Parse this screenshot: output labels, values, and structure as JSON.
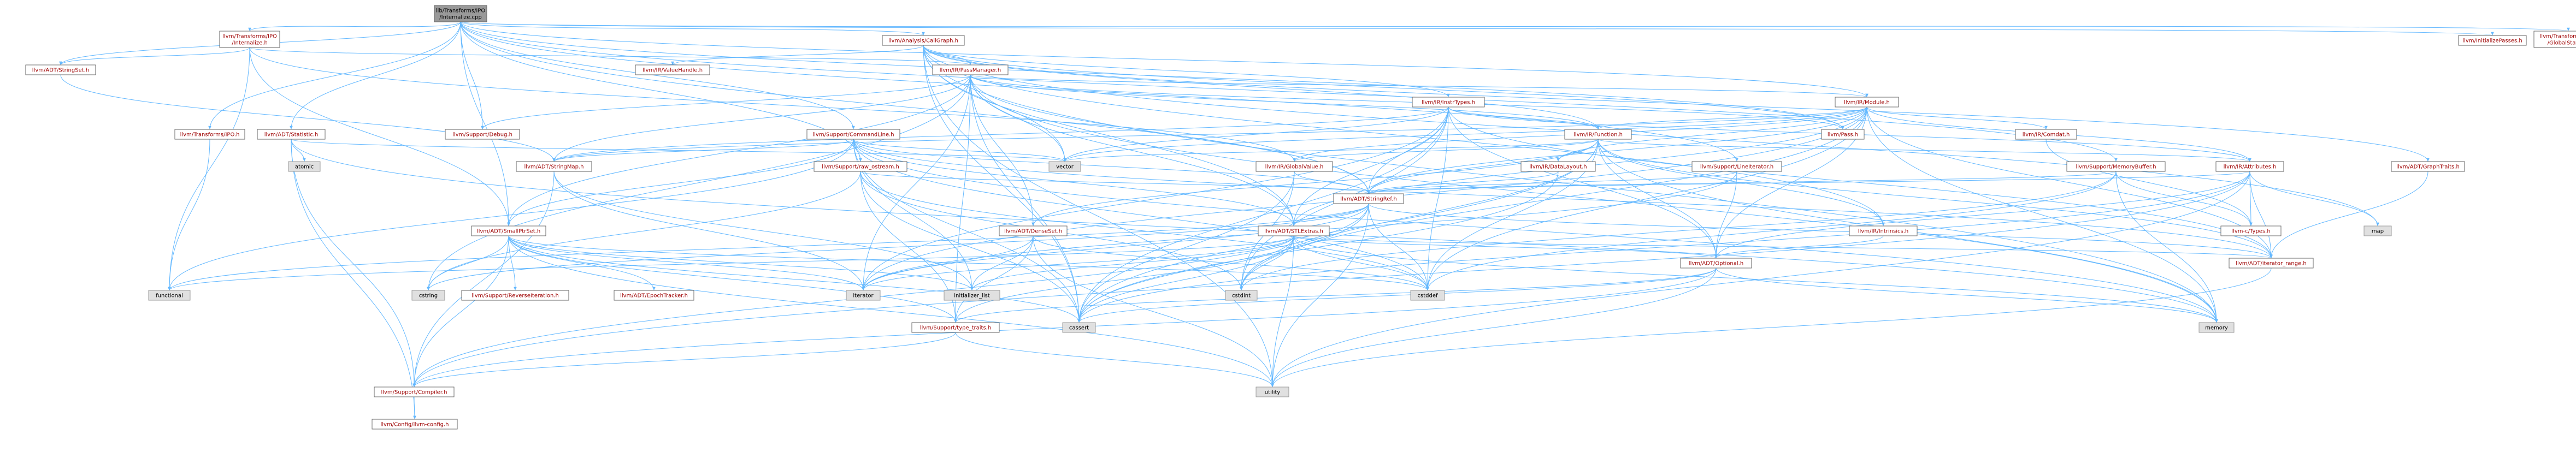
{
  "colors": {
    "root_fill": "#999999",
    "node_fill": "#ffffff",
    "node_border": "#666666",
    "linked_text": "#9e0303",
    "plain_text": "#000000",
    "system_fill": "#e0e0e0",
    "system_border": "#999999",
    "edge": "#63b8ff"
  },
  "nodes": {
    "root": [
      "lib/Transforms/IPO",
      "/Internalize.cpp"
    ],
    "transforms_ipo_internalize": [
      "llvm/Transforms/IPO",
      "/Internalize.h"
    ],
    "analysis_callgraph": [
      "llvm/Analysis/CallGraph.h"
    ],
    "initialize_passes": [
      "llvm/InitializePasses.h"
    ],
    "globalstatus": [
      "llvm/Transforms/Utils",
      "/GlobalStatus.h"
    ],
    "adt_stringset": [
      "llvm/ADT/StringSet.h"
    ],
    "transforms_ipo": [
      "llvm/Transforms/IPO.h"
    ],
    "adt_statistic": [
      "llvm/ADT/Statistic.h"
    ],
    "support_debug": [
      "llvm/Support/Debug.h"
    ],
    "ir_valuehandle": [
      "llvm/IR/ValueHandle.h"
    ],
    "ir_passmanager": [
      "llvm/IR/PassManager.h"
    ],
    "ir_module": [
      "llvm/IR/Module.h"
    ],
    "pass_h": [
      "llvm/Pass.h"
    ],
    "ir_instrtypes": [
      "llvm/IR/InstrTypes.h"
    ],
    "ir_function": [
      "llvm/IR/Function.h"
    ],
    "ir_comdat": [
      "llvm/IR/Comdat.h"
    ],
    "support_commandline": [
      "llvm/Support/CommandLine.h"
    ],
    "adt_stringmap": [
      "llvm/ADT/StringMap.h"
    ],
    "support_raw_ostream": [
      "llvm/Support/raw_ostream.h"
    ],
    "ir_globalvalue": [
      "llvm/IR/GlobalValue.h"
    ],
    "ir_datalayout": [
      "llvm/IR/DataLayout.h"
    ],
    "support_lineiterator": [
      "llvm/Support/LineIterator.h"
    ],
    "support_memorybuffer": [
      "llvm/Support/MemoryBuffer.h"
    ],
    "ir_attributes": [
      "llvm/IR/Attributes.h"
    ],
    "adt_graphtraits": [
      "llvm/ADT/GraphTraits.h"
    ],
    "adt_stringref": [
      "llvm/ADT/StringRef.h"
    ],
    "adt_smallptrset": [
      "llvm/ADT/SmallPtrSet.h"
    ],
    "adt_densetset": [
      "llvm/ADT/DenseSet.h"
    ],
    "adt_stlextras": [
      "llvm/ADT/STLExtras.h"
    ],
    "ir_intrinsics": [
      "llvm/IR/Intrinsics.h"
    ],
    "adt_optional": [
      "llvm/ADT/Optional.h"
    ],
    "adt_iterator_range": [
      "llvm/ADT/iterator_range.h"
    ],
    "support_reverseiteration": [
      "llvm/Support/ReverseIteration.h"
    ],
    "adt_epochtracker": [
      "llvm/ADT/EpochTracker.h"
    ],
    "support_type_traits": [
      "llvm/Support/type_traits.h"
    ],
    "support_compiler": [
      "llvm/Support/Compiler.h"
    ],
    "config_llvm_config": [
      "llvm/Config/llvm-config.h"
    ],
    "c_types": [
      "llvm-c/Types.h"
    ],
    "sys_atomic": [
      "atomic"
    ],
    "sys_vector": [
      "vector"
    ],
    "sys_functional": [
      "functional"
    ],
    "sys_cstring": [
      "cstring"
    ],
    "sys_iterator": [
      "iterator"
    ],
    "sys_initializer_list": [
      "initializer_list"
    ],
    "sys_cassert": [
      "cassert"
    ],
    "sys_cstddef": [
      "cstddef"
    ],
    "sys_cstdint": [
      "cstdint"
    ],
    "sys_memory": [
      "memory"
    ],
    "sys_utility": [
      "utility"
    ],
    "sys_map": [
      "map"
    ]
  }
}
